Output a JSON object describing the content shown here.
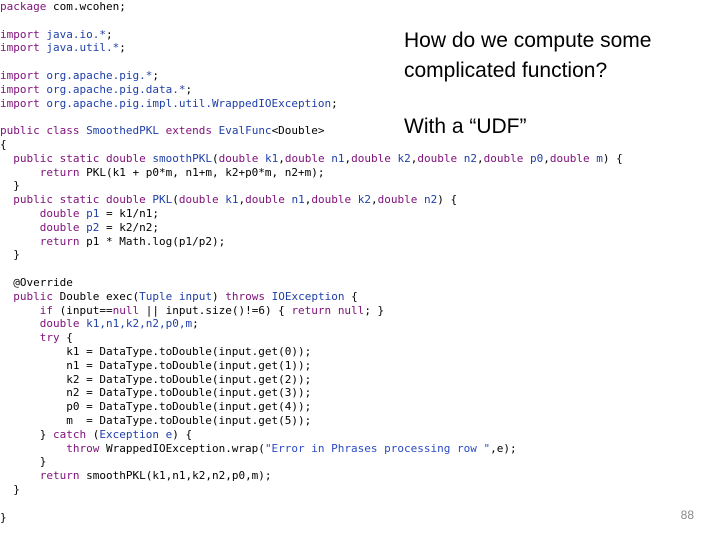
{
  "slide": {
    "title": "How do we compute some complicated function?",
    "subtitle": "With a “UDF”",
    "page_number": "88"
  },
  "colors": {
    "default": "#000000",
    "keyword": "#7f0f7a",
    "identifier": "#1f3fa8",
    "string": "#2a4bc5"
  },
  "code": [
    [
      [
        "kw",
        "package"
      ],
      [
        "def",
        " com.wcohen;"
      ]
    ],
    [],
    [
      [
        "kw",
        "import"
      ],
      [
        "def",
        " "
      ],
      [
        "id",
        "java.io.*"
      ],
      [
        "def",
        ";"
      ]
    ],
    [
      [
        "kw",
        "import"
      ],
      [
        "def",
        " "
      ],
      [
        "id",
        "java.util.*"
      ],
      [
        "def",
        ";"
      ]
    ],
    [],
    [
      [
        "kw",
        "import"
      ],
      [
        "def",
        " "
      ],
      [
        "id",
        "org.apache.pig.*"
      ],
      [
        "def",
        ";"
      ]
    ],
    [
      [
        "kw",
        "import"
      ],
      [
        "def",
        " "
      ],
      [
        "id",
        "org.apache.pig.data.*"
      ],
      [
        "def",
        ";"
      ]
    ],
    [
      [
        "kw",
        "import"
      ],
      [
        "def",
        " "
      ],
      [
        "id",
        "org.apache.pig.impl.util.WrappedIOException"
      ],
      [
        "def",
        ";"
      ]
    ],
    [],
    [
      [
        "kw",
        "public class"
      ],
      [
        "def",
        " "
      ],
      [
        "id",
        "SmoothedPKL"
      ],
      [
        "def",
        " "
      ],
      [
        "kw",
        "extends"
      ],
      [
        "def",
        " "
      ],
      [
        "id",
        "EvalFunc"
      ],
      [
        "def",
        "<Double>"
      ]
    ],
    [
      [
        "def",
        "{"
      ]
    ],
    [
      [
        "def",
        "  "
      ],
      [
        "kw",
        "public static"
      ],
      [
        "def",
        " "
      ],
      [
        "kw",
        "double"
      ],
      [
        "def",
        " "
      ],
      [
        "id",
        "smoothPKL"
      ],
      [
        "def",
        "("
      ],
      [
        "kw",
        "double"
      ],
      [
        "def",
        " "
      ],
      [
        "id",
        "k1"
      ],
      [
        "def",
        ","
      ],
      [
        "kw",
        "double"
      ],
      [
        "def",
        " "
      ],
      [
        "id",
        "n1"
      ],
      [
        "def",
        ","
      ],
      [
        "kw",
        "double"
      ],
      [
        "def",
        " "
      ],
      [
        "id",
        "k2"
      ],
      [
        "def",
        ","
      ],
      [
        "kw",
        "double"
      ],
      [
        "def",
        " "
      ],
      [
        "id",
        "n2"
      ],
      [
        "def",
        ","
      ],
      [
        "kw",
        "double"
      ],
      [
        "def",
        " "
      ],
      [
        "id",
        "p0"
      ],
      [
        "def",
        ","
      ],
      [
        "kw",
        "double"
      ],
      [
        "def",
        " "
      ],
      [
        "id",
        "m"
      ],
      [
        "def",
        ") {"
      ]
    ],
    [
      [
        "def",
        "      "
      ],
      [
        "kw",
        "return"
      ],
      [
        "def",
        " PKL(k1 + p0*m, n1+m, k2+p0*m, n2+m);"
      ]
    ],
    [
      [
        "def",
        "  }"
      ]
    ],
    [
      [
        "def",
        "  "
      ],
      [
        "kw",
        "public static"
      ],
      [
        "def",
        " "
      ],
      [
        "kw",
        "double"
      ],
      [
        "def",
        " "
      ],
      [
        "id",
        "PKL"
      ],
      [
        "def",
        "("
      ],
      [
        "kw",
        "double"
      ],
      [
        "def",
        " "
      ],
      [
        "id",
        "k1"
      ],
      [
        "def",
        ","
      ],
      [
        "kw",
        "double"
      ],
      [
        "def",
        " "
      ],
      [
        "id",
        "n1"
      ],
      [
        "def",
        ","
      ],
      [
        "kw",
        "double"
      ],
      [
        "def",
        " "
      ],
      [
        "id",
        "k2"
      ],
      [
        "def",
        ","
      ],
      [
        "kw",
        "double"
      ],
      [
        "def",
        " "
      ],
      [
        "id",
        "n2"
      ],
      [
        "def",
        ") {"
      ]
    ],
    [
      [
        "def",
        "      "
      ],
      [
        "kw",
        "double"
      ],
      [
        "def",
        " "
      ],
      [
        "id",
        "p1"
      ],
      [
        "def",
        " = k1/n1;"
      ]
    ],
    [
      [
        "def",
        "      "
      ],
      [
        "kw",
        "double"
      ],
      [
        "def",
        " "
      ],
      [
        "id",
        "p2"
      ],
      [
        "def",
        " = k2/n2;"
      ]
    ],
    [
      [
        "def",
        "      "
      ],
      [
        "kw",
        "return"
      ],
      [
        "def",
        " p1 * Math.log(p1/p2);"
      ]
    ],
    [
      [
        "def",
        "  }"
      ]
    ],
    [],
    [
      [
        "def",
        "  @Override"
      ]
    ],
    [
      [
        "def",
        "  "
      ],
      [
        "kw",
        "public"
      ],
      [
        "def",
        " Double exec("
      ],
      [
        "id",
        "Tuple"
      ],
      [
        "def",
        " "
      ],
      [
        "id",
        "input"
      ],
      [
        "def",
        ") "
      ],
      [
        "kw",
        "throws"
      ],
      [
        "def",
        " "
      ],
      [
        "id",
        "IOException"
      ],
      [
        "def",
        " {"
      ]
    ],
    [
      [
        "def",
        "      "
      ],
      [
        "kw",
        "if"
      ],
      [
        "def",
        " (input=="
      ],
      [
        "kw",
        "null"
      ],
      [
        "def",
        " || input.size()!=6) { "
      ],
      [
        "kw",
        "return"
      ],
      [
        "def",
        " "
      ],
      [
        "kw",
        "null"
      ],
      [
        "def",
        "; }"
      ]
    ],
    [
      [
        "def",
        "      "
      ],
      [
        "kw",
        "double"
      ],
      [
        "def",
        " "
      ],
      [
        "id",
        "k1,n1,k2,n2,p0,m"
      ],
      [
        "def",
        ";"
      ]
    ],
    [
      [
        "def",
        "      "
      ],
      [
        "kw",
        "try"
      ],
      [
        "def",
        " {"
      ]
    ],
    [
      [
        "def",
        "          k1 = DataType.toDouble(input.get(0));"
      ]
    ],
    [
      [
        "def",
        "          n1 = DataType.toDouble(input.get(1));"
      ]
    ],
    [
      [
        "def",
        "          k2 = DataType.toDouble(input.get(2));"
      ]
    ],
    [
      [
        "def",
        "          n2 = DataType.toDouble(input.get(3));"
      ]
    ],
    [
      [
        "def",
        "          p0 = DataType.toDouble(input.get(4));"
      ]
    ],
    [
      [
        "def",
        "          m  = DataType.toDouble(input.get(5));"
      ]
    ],
    [
      [
        "def",
        "      } "
      ],
      [
        "kw",
        "catch"
      ],
      [
        "def",
        " ("
      ],
      [
        "id",
        "Exception e"
      ],
      [
        "def",
        ") {"
      ]
    ],
    [
      [
        "def",
        "          "
      ],
      [
        "kw",
        "throw"
      ],
      [
        "def",
        " WrappedIOException.wrap("
      ],
      [
        "str",
        "\"Error in Phrases processing row \""
      ],
      [
        "def",
        ",e);"
      ]
    ],
    [
      [
        "def",
        "      }"
      ]
    ],
    [
      [
        "def",
        "      "
      ],
      [
        "kw",
        "return"
      ],
      [
        "def",
        " smoothPKL(k1,n1,k2,n2,p0,m);"
      ]
    ],
    [
      [
        "def",
        "  }"
      ]
    ],
    [],
    [
      [
        "def",
        "}"
      ]
    ]
  ]
}
